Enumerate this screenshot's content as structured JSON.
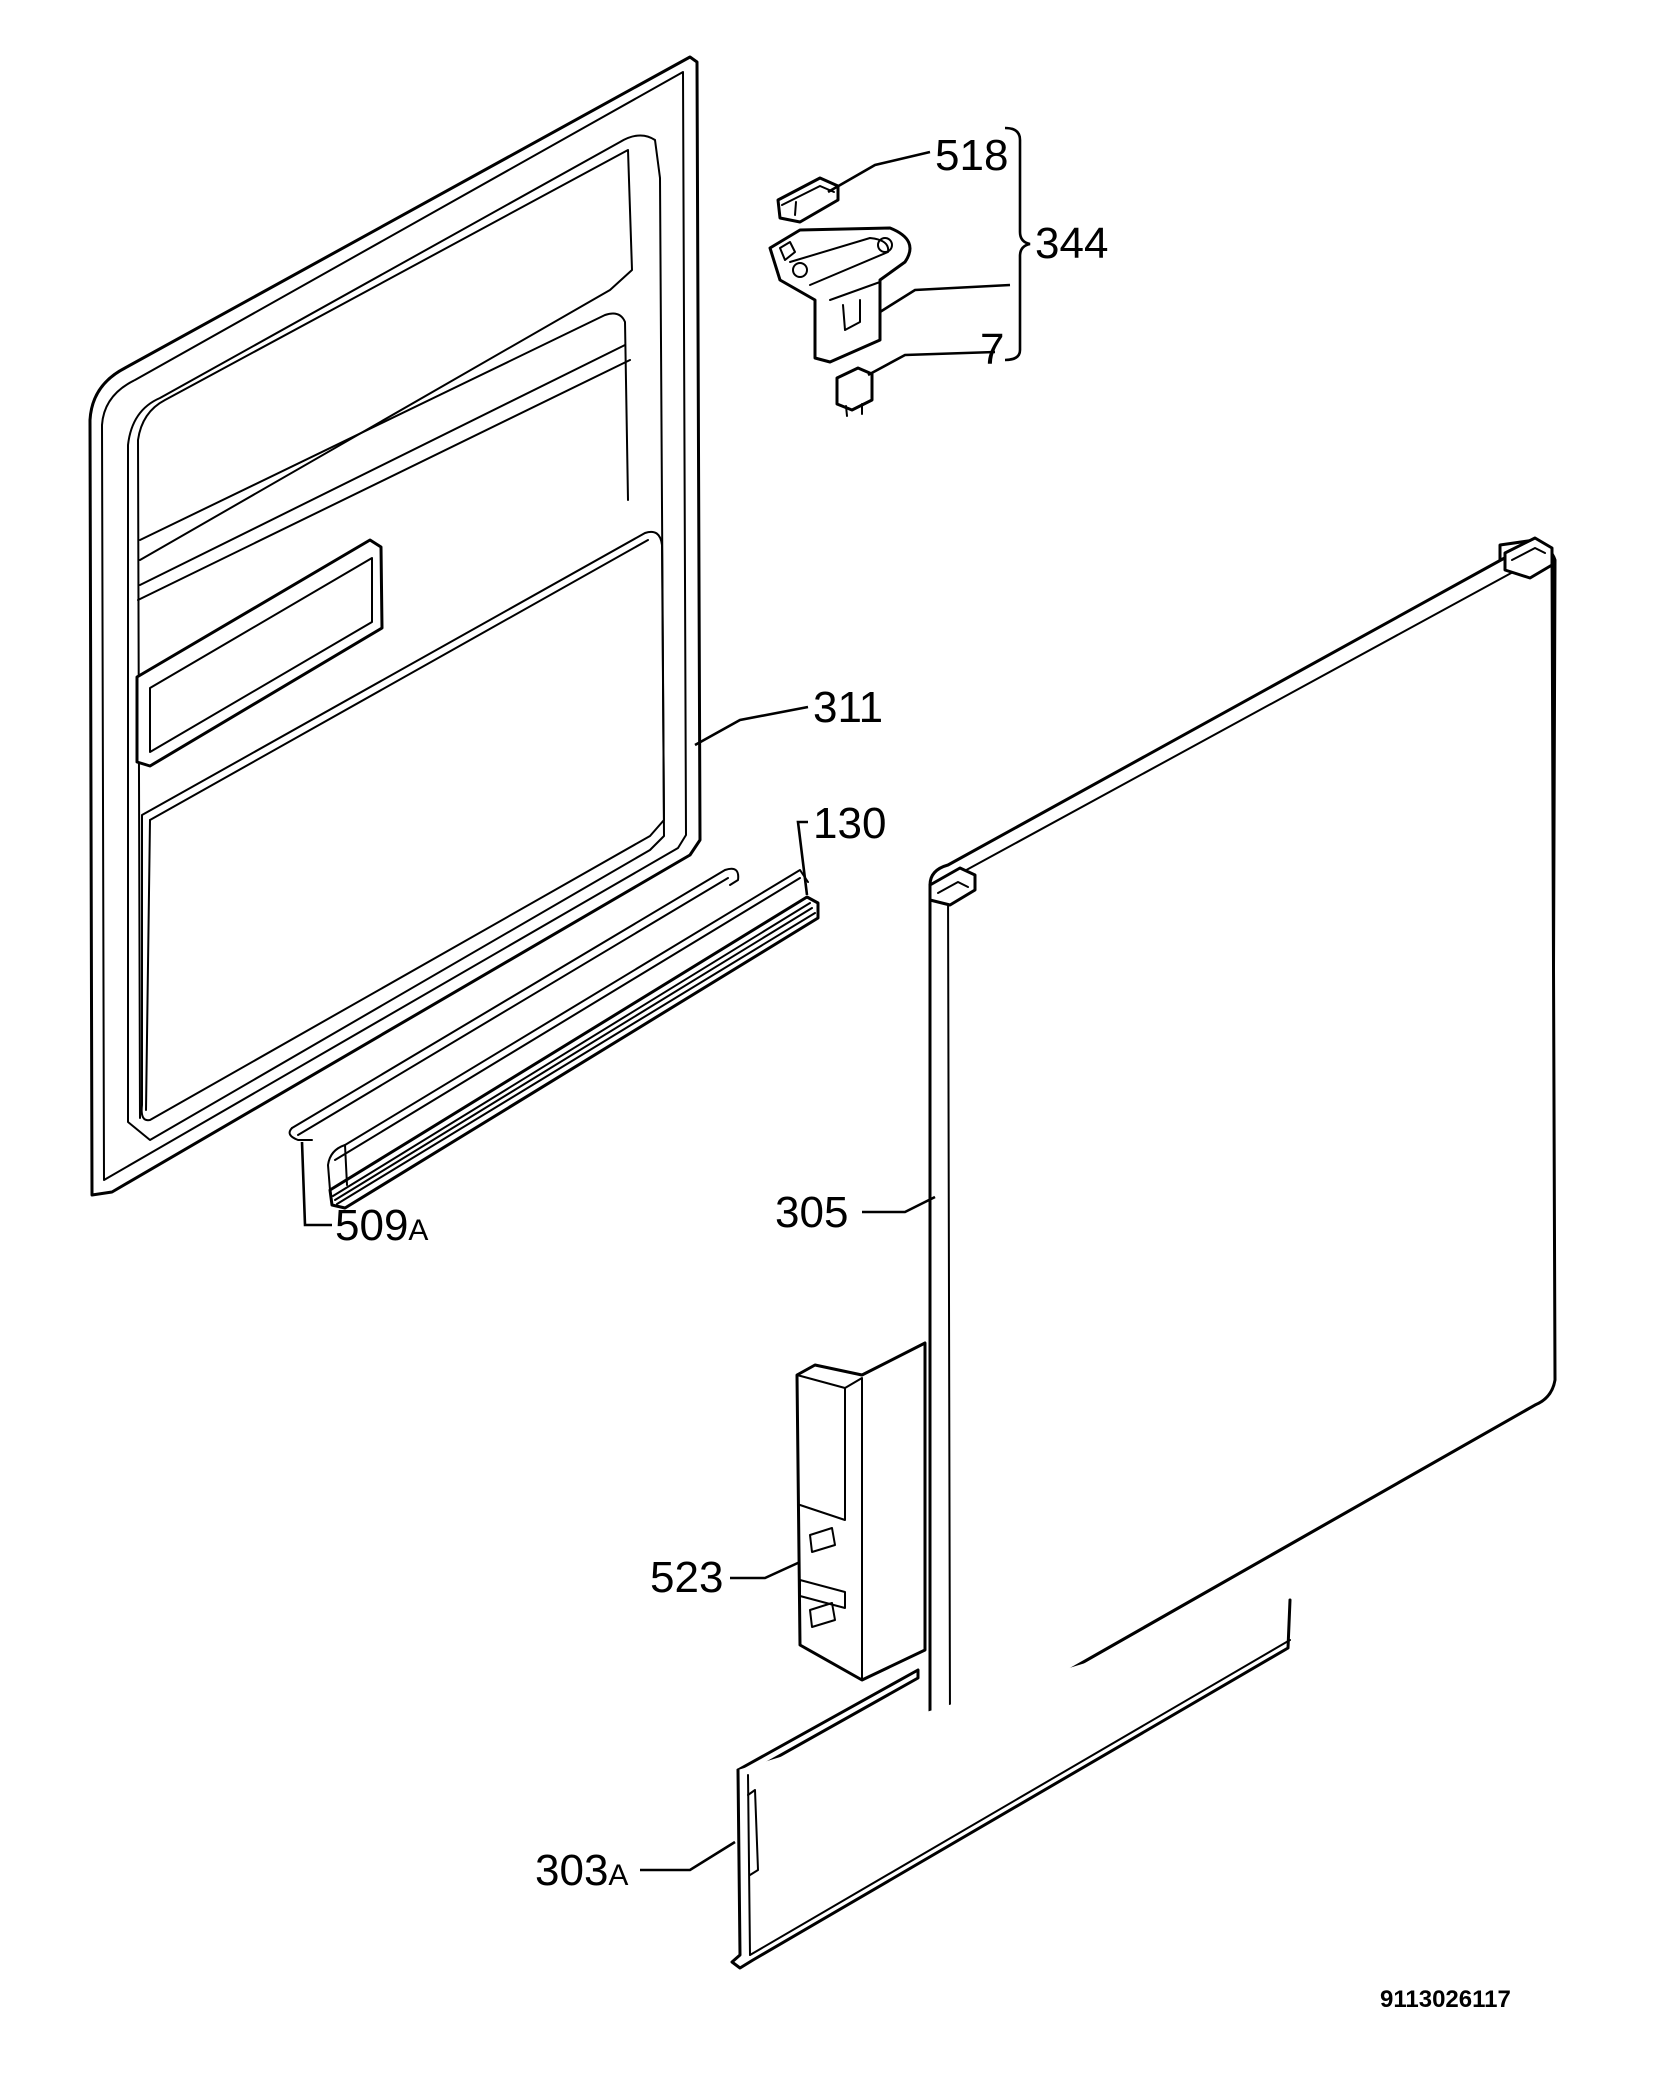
{
  "labels": {
    "p518": "518",
    "p344": "344",
    "p7": "7",
    "p311": "311",
    "p130": "130",
    "p509": "509",
    "p509_suffix": "A",
    "p305": "305",
    "p523": "523",
    "p303": "303",
    "p303_suffix": "A"
  },
  "document_number": "9113026117"
}
